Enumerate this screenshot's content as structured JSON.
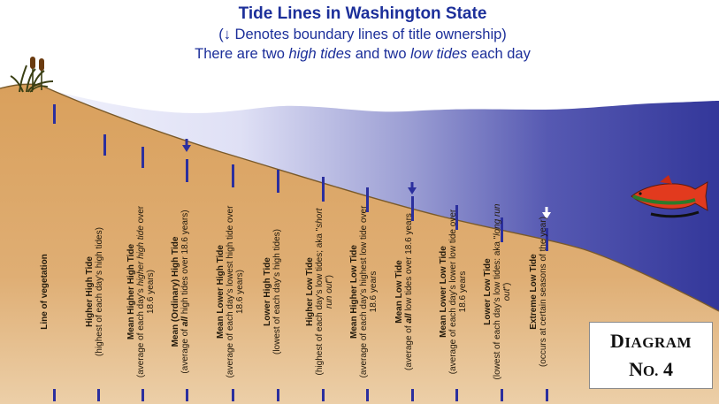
{
  "title": {
    "main": "Tide Lines in Washington State",
    "arrow": "↓",
    "sub": "Denotes boundary lines of title ownership)",
    "sub_open": "(",
    "line2_a": "There are two ",
    "line2_b": "high tides",
    "line2_c": " and two ",
    "line2_d": "low tides",
    "line2_e": " each day"
  },
  "tide_lines": [
    {
      "title": "Line of vegetation",
      "desc": ""
    },
    {
      "title": "Higher High Tide",
      "desc": "(highest of each day's high tides)"
    },
    {
      "title": "Mean Higher High Tide",
      "desc_a": "(average of each day's ",
      "desc_em": "higher high tide",
      "desc_b": " over 18.6 years)"
    },
    {
      "title": "Mean (Ordinary) High Tide",
      "desc_a": "(average of ",
      "desc_em": "all",
      "desc_b": " high tides over 18.6 years)"
    },
    {
      "title": "Mean Lower High Tide",
      "desc": "(average of each day's lowest high tide over 18.6 years)"
    },
    {
      "title": "Lower High Tide",
      "desc": "(lowest of each day's high tides)"
    },
    {
      "title": "Higher Low Tide",
      "desc_a": "(highest of each day's low tides; aka \"",
      "desc_em": "short run out",
      "desc_b": "\")"
    },
    {
      "title": "Mean Higher Low Tide",
      "desc": "(average of each day's highest low tide over 18.6 years"
    },
    {
      "title": "Mean Low Tide",
      "desc_a": "(average of ",
      "desc_em": "all",
      "desc_b": " low tides over 18.6 years"
    },
    {
      "title": "Mean Lower Low Tide",
      "desc": "(average of each day's lower low tide over 18.6 years"
    },
    {
      "title": "Lower Low Tide",
      "desc_a": "(lowest of each day's low tides: aka \"",
      "desc_em": "long run out",
      "desc_b": "\")"
    },
    {
      "title": "Extreme Low Tide",
      "desc": "(occurs at certain seasons of the year)"
    }
  ],
  "diagram_label": {
    "line1_cap": "D",
    "line1_rest": "IAGRAM",
    "line2_cap": "N",
    "line2_rest": "O.",
    "line2_num": " 4"
  },
  "colors": {
    "title": "#1c2f9a",
    "ticks": "#2b2f9e",
    "sand": "#d69a55",
    "water_deep": "#3a3f9e",
    "water_shallow": "#eef0fb",
    "fish": "#e23a1e"
  },
  "icons": [
    "cattail-icon",
    "salmon-fish-icon",
    "boundary-arrow-icon"
  ]
}
